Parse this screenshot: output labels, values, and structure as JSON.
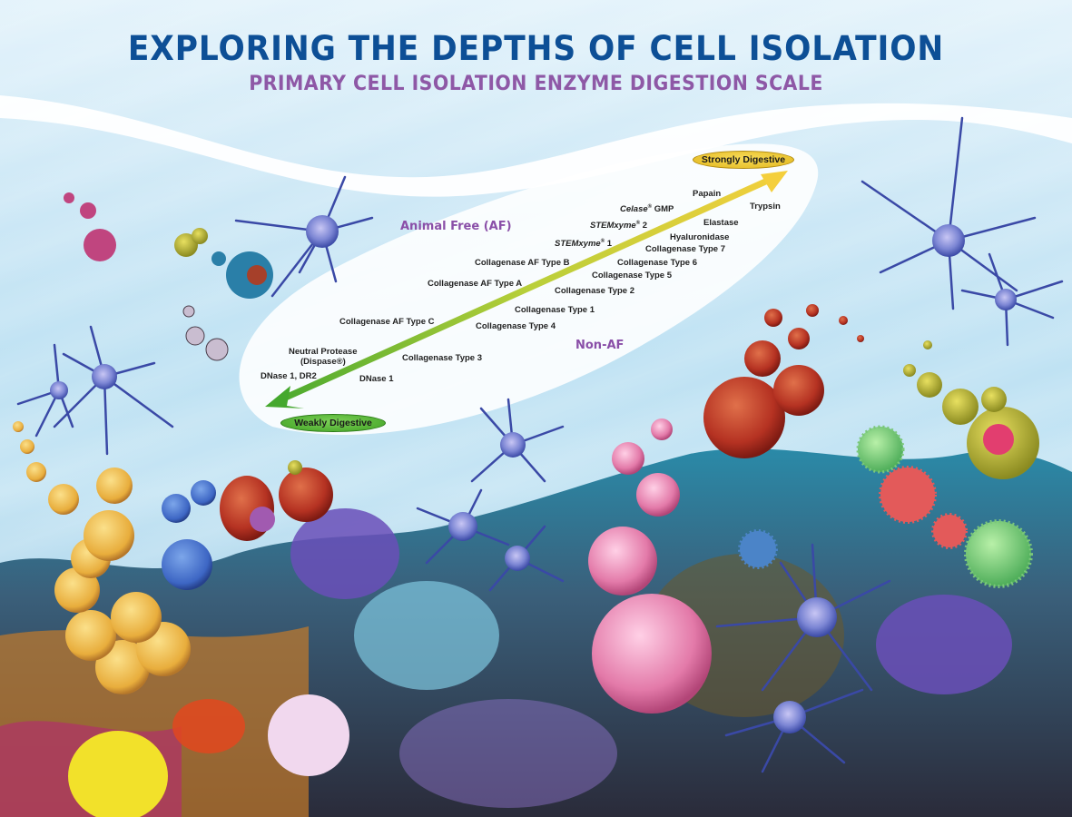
{
  "header": {
    "title": "EXPLORING THE DEPTHS OF CELL ISOLATION",
    "subtitle": "PRIMARY CELL ISOLATION ENZYME DIGESTION SCALE"
  },
  "scale": {
    "strong_end_label": "Strongly Digestive",
    "weak_end_label": "Weakly Digestive",
    "strong_color": "#f0c93a",
    "weak_color": "#4cab2e",
    "groups": {
      "animal_free": "Animal Free (AF)",
      "non_af": "Non-AF"
    },
    "animal_free_enzymes": [
      {
        "brand": "Celase",
        "mark": "®",
        "suffix": " GMP"
      },
      {
        "brand": "STEMxyme",
        "mark": "®",
        "suffix": " 2"
      },
      {
        "brand": "STEMxyme",
        "mark": "®",
        "suffix": " 1"
      },
      {
        "label": "Collagenase AF Type B"
      },
      {
        "label": "Collagenase AF Type A"
      },
      {
        "label": "Collagenase AF Type C"
      },
      {
        "label": "Neutral Protease",
        "label2": "(Dispase®)"
      },
      {
        "label": "DNase 1, DR2"
      }
    ],
    "non_af_enzymes": [
      {
        "label": "Papain"
      },
      {
        "label": "Trypsin"
      },
      {
        "label": "Elastase"
      },
      {
        "label": "Hyaluronidase"
      },
      {
        "label": "Collagenase Type 7"
      },
      {
        "label": "Collagenase Type 6"
      },
      {
        "label": "Collagenase Type 5"
      },
      {
        "label": "Collagenase Type 2"
      },
      {
        "label": "Collagenase Type 1"
      },
      {
        "label": "Collagenase Type 4"
      },
      {
        "label": "Collagenase Type 3"
      },
      {
        "label": "DNase 1"
      }
    ]
  },
  "chart_data": {
    "type": "table",
    "title": "Primary Cell Isolation Enzyme Digestion Scale",
    "axis": {
      "low": "Weakly Digestive",
      "high": "Strongly Digestive"
    },
    "series": [
      {
        "name": "Animal Free (AF)",
        "values_weak_to_strong": [
          "DNase 1, DR2",
          "Neutral Protease (Dispase®)",
          "Collagenase AF Type C",
          "Collagenase AF Type A",
          "Collagenase AF Type B",
          "STEMxyme® 1",
          "STEMxyme® 2",
          "Celase® GMP"
        ]
      },
      {
        "name": "Non-AF",
        "values_weak_to_strong": [
          "DNase 1",
          "Collagenase Type 3",
          "Collagenase Type 4",
          "Collagenase Type 1",
          "Collagenase Type 2",
          "Collagenase Type 5",
          "Collagenase Type 6",
          "Collagenase Type 7",
          "Hyaluronidase",
          "Elastase",
          "Trypsin",
          "Papain"
        ]
      }
    ]
  }
}
